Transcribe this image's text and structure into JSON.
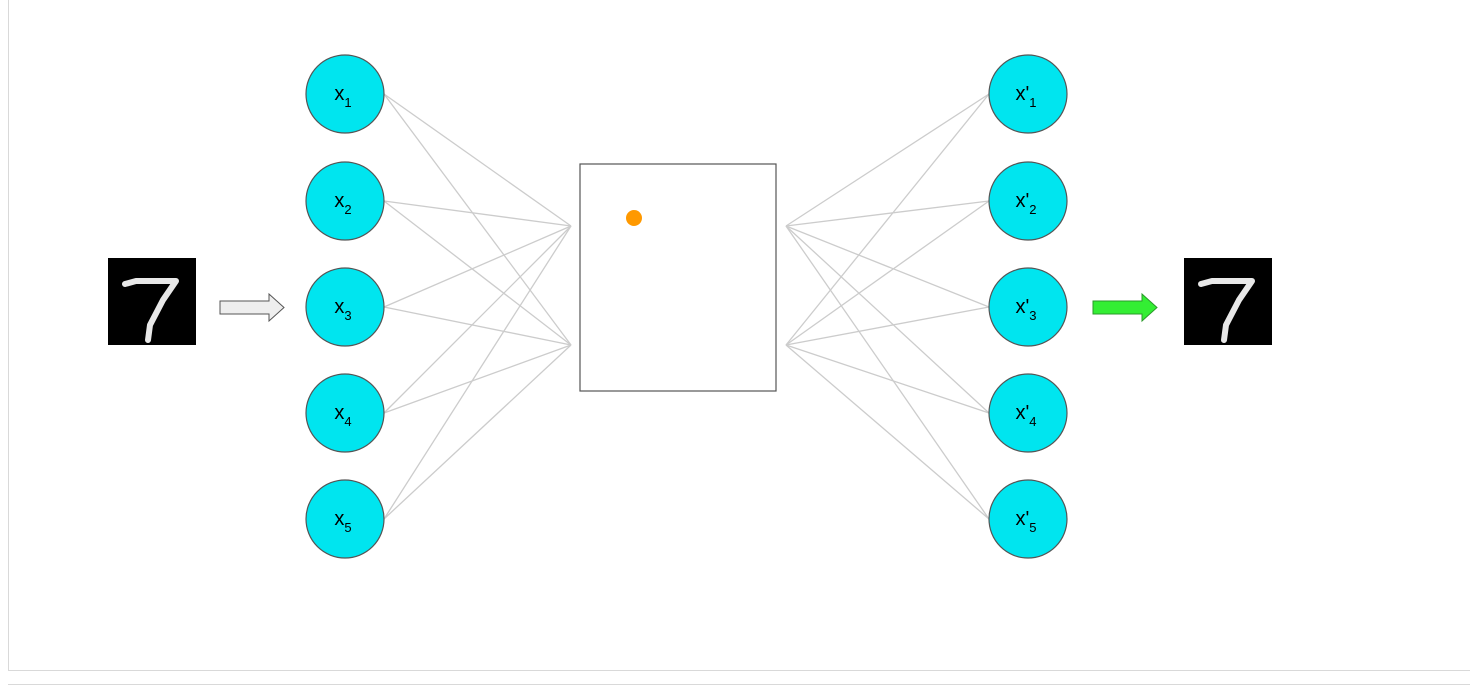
{
  "colors": {
    "node_fill": "#00e5ef",
    "node_stroke": "#555555",
    "edge": "#cccccc",
    "latent_point": "#ff9900",
    "input_arrow_fill": "#eeeeee",
    "input_arrow_stroke": "#555555",
    "output_arrow_fill": "#33ee33",
    "output_arrow_stroke": "#2a9a2a",
    "digit_bg": "#000000",
    "digit_stroke": "#e8e8e8"
  },
  "input_image": {
    "icon": "mnist-digit-7-image"
  },
  "output_image": {
    "icon": "mnist-digit-7-image"
  },
  "input_nodes": [
    {
      "label": "x",
      "sub": "1"
    },
    {
      "label": "x",
      "sub": "2"
    },
    {
      "label": "x",
      "sub": "3"
    },
    {
      "label": "x",
      "sub": "4"
    },
    {
      "label": "x",
      "sub": "5"
    }
  ],
  "output_nodes": [
    {
      "label": "x'",
      "sub": "1"
    },
    {
      "label": "x'",
      "sub": "2"
    },
    {
      "label": "x'",
      "sub": "3"
    },
    {
      "label": "x'",
      "sub": "4"
    },
    {
      "label": "x'",
      "sub": "5"
    }
  ],
  "latent_space": {
    "point_icon": "latent-point-dot"
  }
}
